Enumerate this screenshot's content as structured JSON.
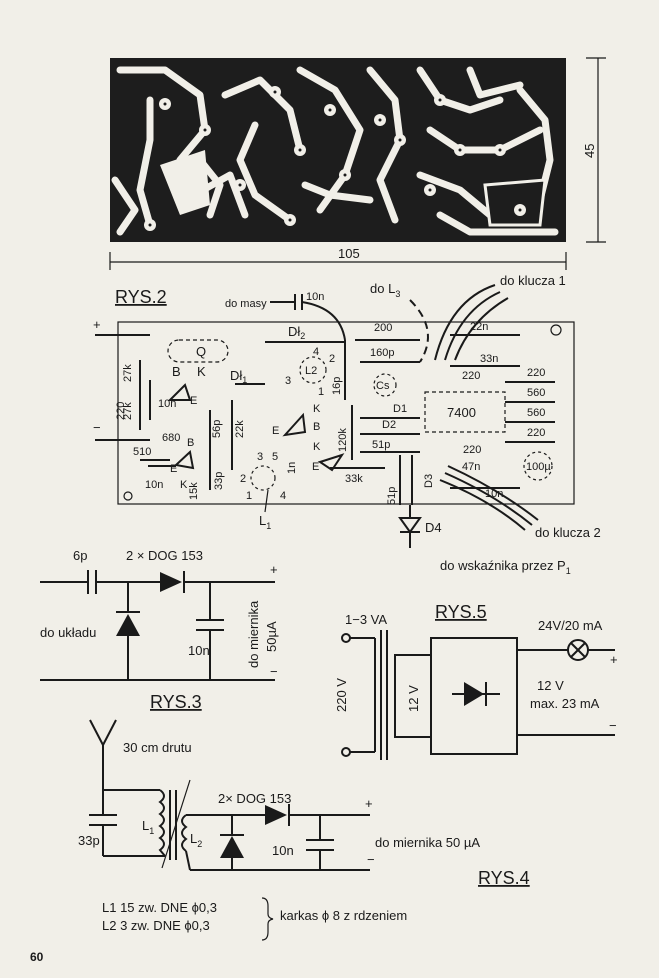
{
  "pcb": {
    "width_mm": "105",
    "height_mm": "45"
  },
  "rys2": {
    "title": "RYS.2",
    "ground": "do masy",
    "ground_cap": "10n",
    "to_l3": "do L",
    "to_l3_sub": "3",
    "to_key1": "do klucza 1",
    "to_key2": "do klucza 2",
    "to_indicator": "do wskaźnika przez P",
    "to_indicator_sub": "1",
    "parts": {
      "plus": "+",
      "minus": "−",
      "q": "Q",
      "b1": "B",
      "k1": "K",
      "r27k_a": "27k",
      "r27k_b": "27k",
      "r220": "220",
      "c10n_a": "10n",
      "e1": "E",
      "c680": "680",
      "r510": "510",
      "c10n_b": "10n",
      "e2": "E",
      "b2": "B",
      "k2": "K",
      "r15k": "15k",
      "c56p": "56p",
      "r22k": "22k",
      "c33p": "33p",
      "dl1": "Dł",
      "dl1_sub": "1",
      "dl2": "Dł",
      "dl2_sub": "2",
      "l2": "L2",
      "p4": "4",
      "p2": "2",
      "p3": "3",
      "p1": "1",
      "c16p": "16p",
      "k3": "K",
      "e3": "E",
      "b3": "B",
      "r120k": "120k",
      "k4": "K",
      "e4": "E",
      "c1n": "1n",
      "r33k": "33k",
      "l1_p3": "3",
      "l1_p5": "5",
      "l1_p2": "2",
      "l1_p1": "1",
      "l1_p4": "4",
      "l1": "L",
      "l1_sub": "1",
      "r200": "200",
      "c160p": "160p",
      "cs": "Cs",
      "d1": "D1",
      "d2": "D2",
      "c51p_a": "51p",
      "c51p_b": "51p",
      "d3": "D3",
      "d4": "D4",
      "c22n": "22n",
      "c33n": "33n",
      "r220_b": "220",
      "r220_c": "220",
      "r560_a": "560",
      "r560_b": "560",
      "r220_d": "220",
      "r220_e": "220",
      "ic": "7400",
      "c47n": "47n",
      "c100u": "100µ",
      "c10n_c": "10n"
    }
  },
  "rys3": {
    "title": "RYS.3",
    "cap6p": "6p",
    "diodes": "2 × DOG 153",
    "to_circuit": "do układu",
    "cap10n": "10n",
    "to_meter": "do miernika",
    "meter_range": "50µA",
    "plus": "+",
    "minus": "−"
  },
  "rys4": {
    "title": "RYS.4",
    "antenna": "30 cm drutu",
    "cap33p": "33p",
    "l1": "L",
    "l1_sub": "1",
    "l2": "L",
    "l2_sub": "2",
    "diodes": "2× DOG 153",
    "cap10n": "10n",
    "to_meter": "do miernika  50 µA",
    "plus": "+",
    "minus": "−",
    "coil1": "L1   15 zw.  DNE  ϕ0,3",
    "coil2": "L2   3 zw.  DNE  ϕ0,3",
    "former": "karkas  ϕ 8  z  rdzeniem"
  },
  "rys5": {
    "title": "RYS.5",
    "power": "1−3 VA",
    "primary": "220 V",
    "secondary": "12 V",
    "lamp": "24V/20 mA",
    "out_v": "12 V",
    "out_i": "max.  23 mA",
    "plus": "+",
    "minus": "−"
  },
  "page_number": "60"
}
